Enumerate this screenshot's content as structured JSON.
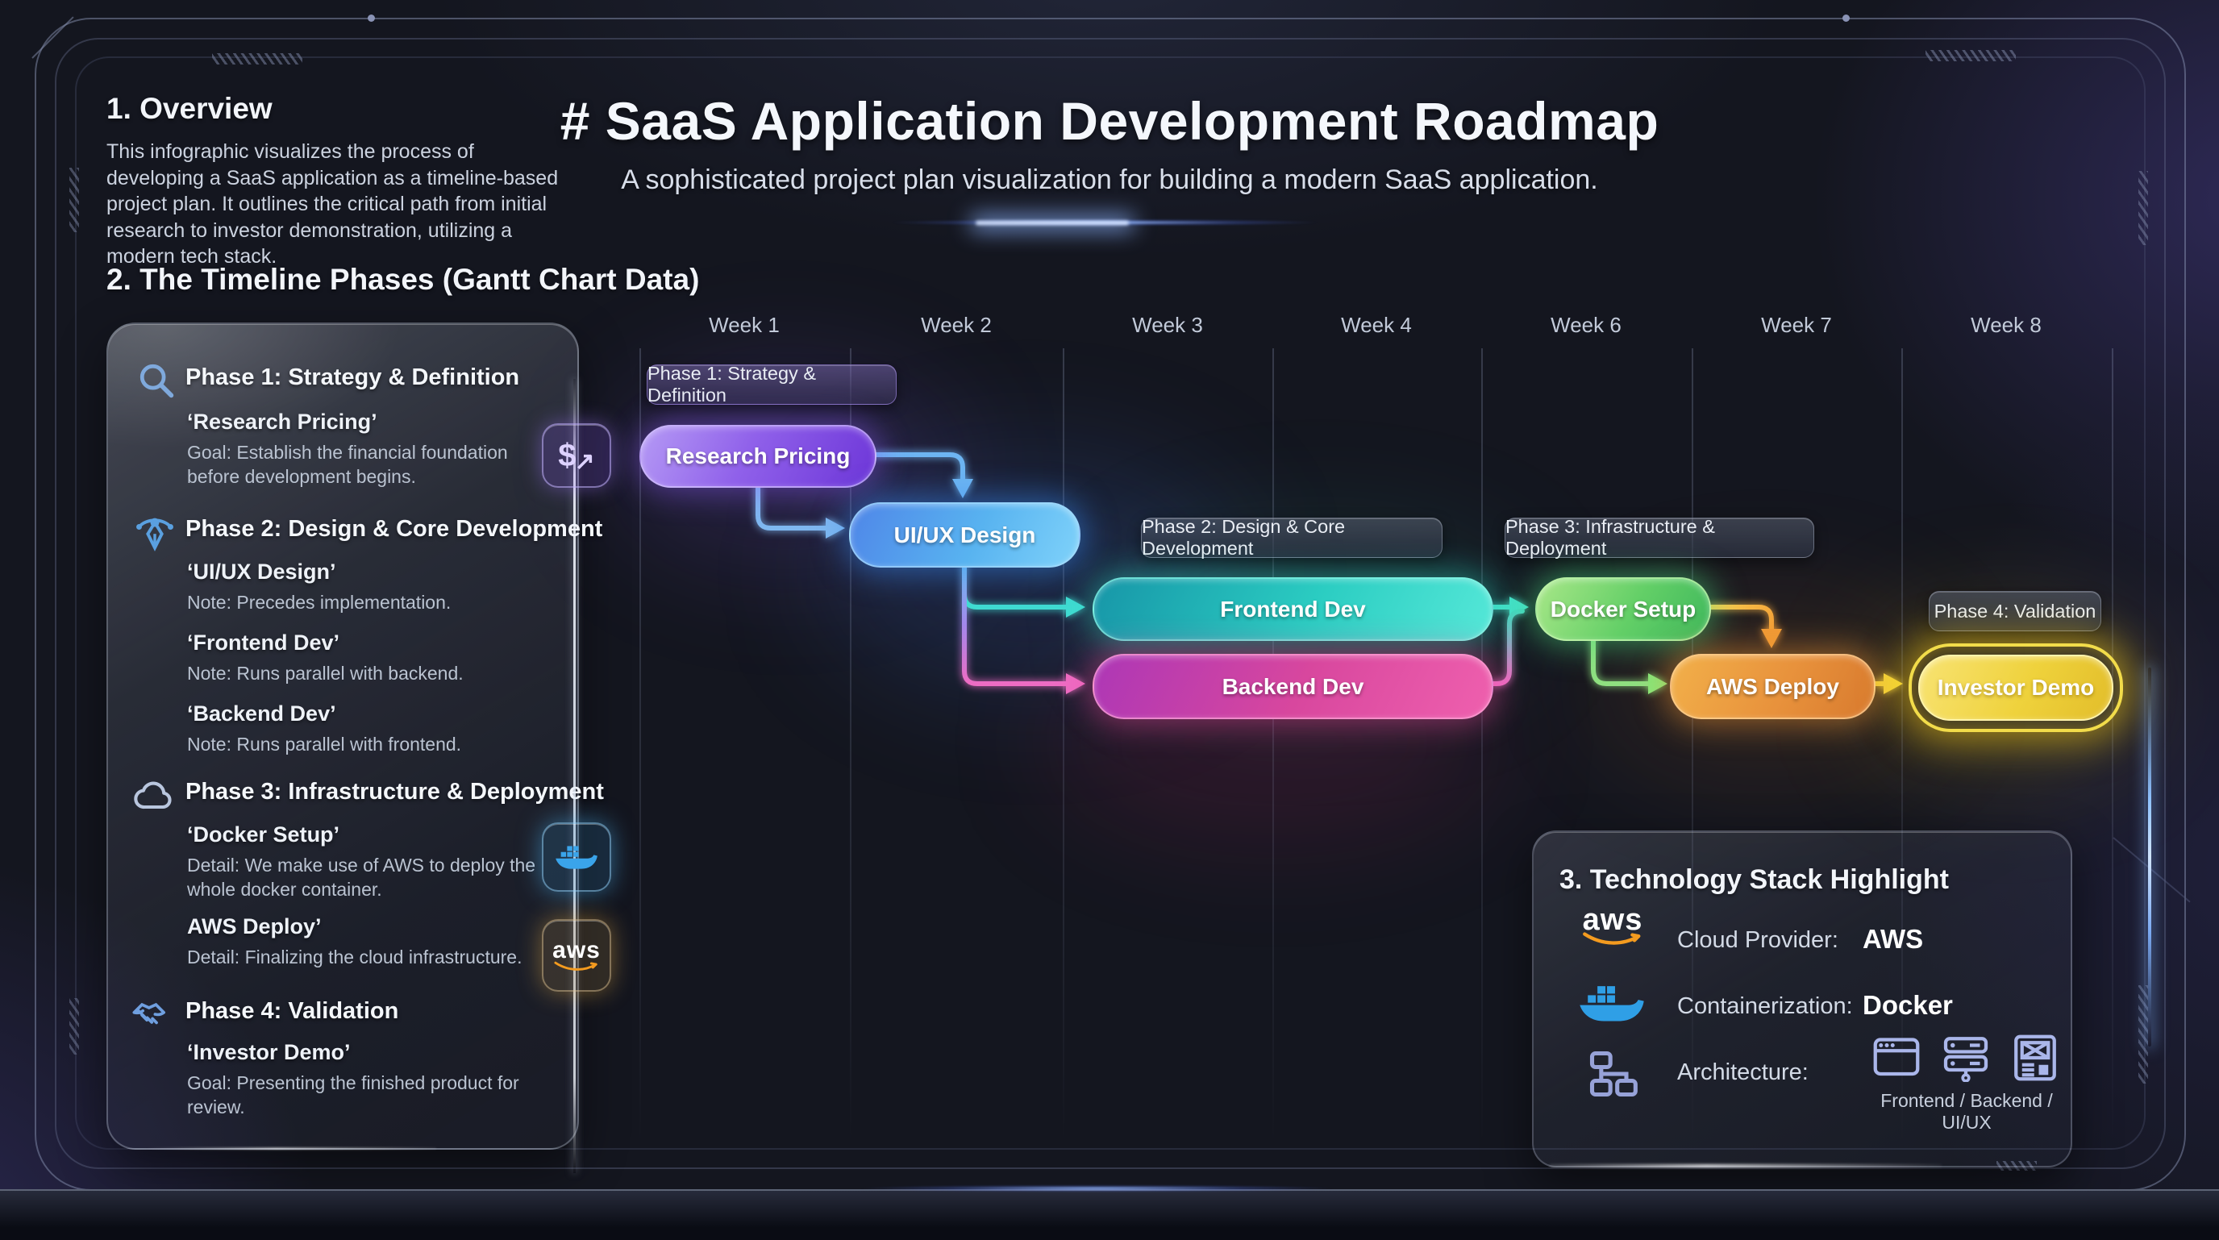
{
  "header": {
    "title": "# SaaS Application Development Roadmap",
    "subtitle": "A sophisticated project plan visualization for building a modern SaaS application."
  },
  "left_column": {
    "overview_heading": "1. Overview",
    "overview_body": "This infographic visualizes the process of developing a SaaS application as a timeline-based project plan. It outlines the critical path from initial research to investor demonstration, utilizing a modern tech stack.",
    "timeline_heading": "2. The Timeline Phases (Gantt Chart Data)"
  },
  "phase_panel": {
    "phases": [
      {
        "icon": "magnifier-icon",
        "title": "Phase 1: Strategy & Definition",
        "tasks": [
          {
            "name": "‘Research Pricing’",
            "desc": "Goal: Establish the financial foundation before development begins."
          }
        ]
      },
      {
        "icon": "pen-tool-icon",
        "title": "Phase 2: Design & Core Development",
        "tasks": [
          {
            "name": "‘UI/UX Design’",
            "desc": "Note: Precedes implementation."
          },
          {
            "name": "‘Frontend Dev’",
            "desc": "Note: Runs parallel with backend."
          },
          {
            "name": "‘Backend Dev’",
            "desc": "Note: Runs parallel with frontend."
          }
        ]
      },
      {
        "icon": "cloud-icon",
        "title": "Phase 3: Infrastructure & Deployment",
        "tasks": [
          {
            "name": "‘Docker Setup’",
            "desc": "Detail: We make use of AWS to deploy the whole docker container."
          },
          {
            "name": "AWS Deploy’",
            "desc": "Detail: Finalizing the cloud infrastructure."
          }
        ]
      },
      {
        "icon": "handshake-icon",
        "title": "Phase 4: Validation",
        "tasks": [
          {
            "name": "‘Investor Demo’",
            "desc": "Goal: Presenting the finished product for review."
          }
        ]
      }
    ]
  },
  "floating_badges": [
    {
      "name": "currency-exchange-badge",
      "glyph": "$",
      "arrow": "↗"
    },
    {
      "name": "docker-badge"
    },
    {
      "name": "aws-badge",
      "label": "aws"
    }
  ],
  "chart_data": {
    "type": "gantt",
    "week_labels": [
      "Week 1",
      "Week 2",
      "Week 3",
      "Week 4",
      "Week 6",
      "Week 7",
      "Week 8"
    ],
    "phase_chips": [
      {
        "label": "Phase 1: Strategy & Definition"
      },
      {
        "label": "Phase 2: Design & Core Development"
      },
      {
        "label": "Phase 3: Infrastructure & Deployment"
      },
      {
        "label": "Phase 4: Validation"
      }
    ],
    "tasks": [
      {
        "label": "Research Pricing",
        "phase": 1,
        "start_week": "Week 1",
        "end_week": "Week 1",
        "color": "#8b5cf6"
      },
      {
        "label": "UI/UX Design",
        "phase": 2,
        "start_week": "Week 2",
        "end_week": "Week 2",
        "color": "#38bdf8"
      },
      {
        "label": "Frontend Dev",
        "phase": 2,
        "start_week": "Week 3",
        "end_week": "Week 4",
        "color": "#2dd4bf"
      },
      {
        "label": "Backend Dev",
        "phase": 2,
        "start_week": "Week 3",
        "end_week": "Week 4",
        "color": "#ec4899"
      },
      {
        "label": "Docker Setup",
        "phase": 3,
        "start_week": "Week 6",
        "end_week": "Week 6",
        "color": "#4ade80"
      },
      {
        "label": "AWS Deploy",
        "phase": 3,
        "start_week": "Week 6",
        "end_week": "Week 7",
        "color": "#f59e0b"
      },
      {
        "label": "Investor Demo",
        "phase": 4,
        "start_week": "Week 8",
        "end_week": "Week 8",
        "color": "#facc15"
      }
    ],
    "dependencies": [
      [
        "Research Pricing",
        "UI/UX Design"
      ],
      [
        "UI/UX Design",
        "Frontend Dev"
      ],
      [
        "UI/UX Design",
        "Backend Dev"
      ],
      [
        "Frontend Dev",
        "Docker Setup"
      ],
      [
        "Backend Dev",
        "Docker Setup"
      ],
      [
        "Docker Setup",
        "AWS Deploy"
      ],
      [
        "AWS Deploy",
        "Investor Demo"
      ]
    ],
    "legend_position": "none",
    "grid": true
  },
  "tech_stack": {
    "heading": "3. Technology Stack Highlight",
    "rows": [
      {
        "icon": "aws-logo-icon",
        "label": "Cloud Provider:",
        "value": "AWS"
      },
      {
        "icon": "docker-icon",
        "label": "Containerization:",
        "value": "Docker"
      },
      {
        "icon": "architecture-icon",
        "label": "Architecture:",
        "value": ""
      }
    ],
    "architecture_caption": "Frontend / Backend / UI/UX"
  }
}
